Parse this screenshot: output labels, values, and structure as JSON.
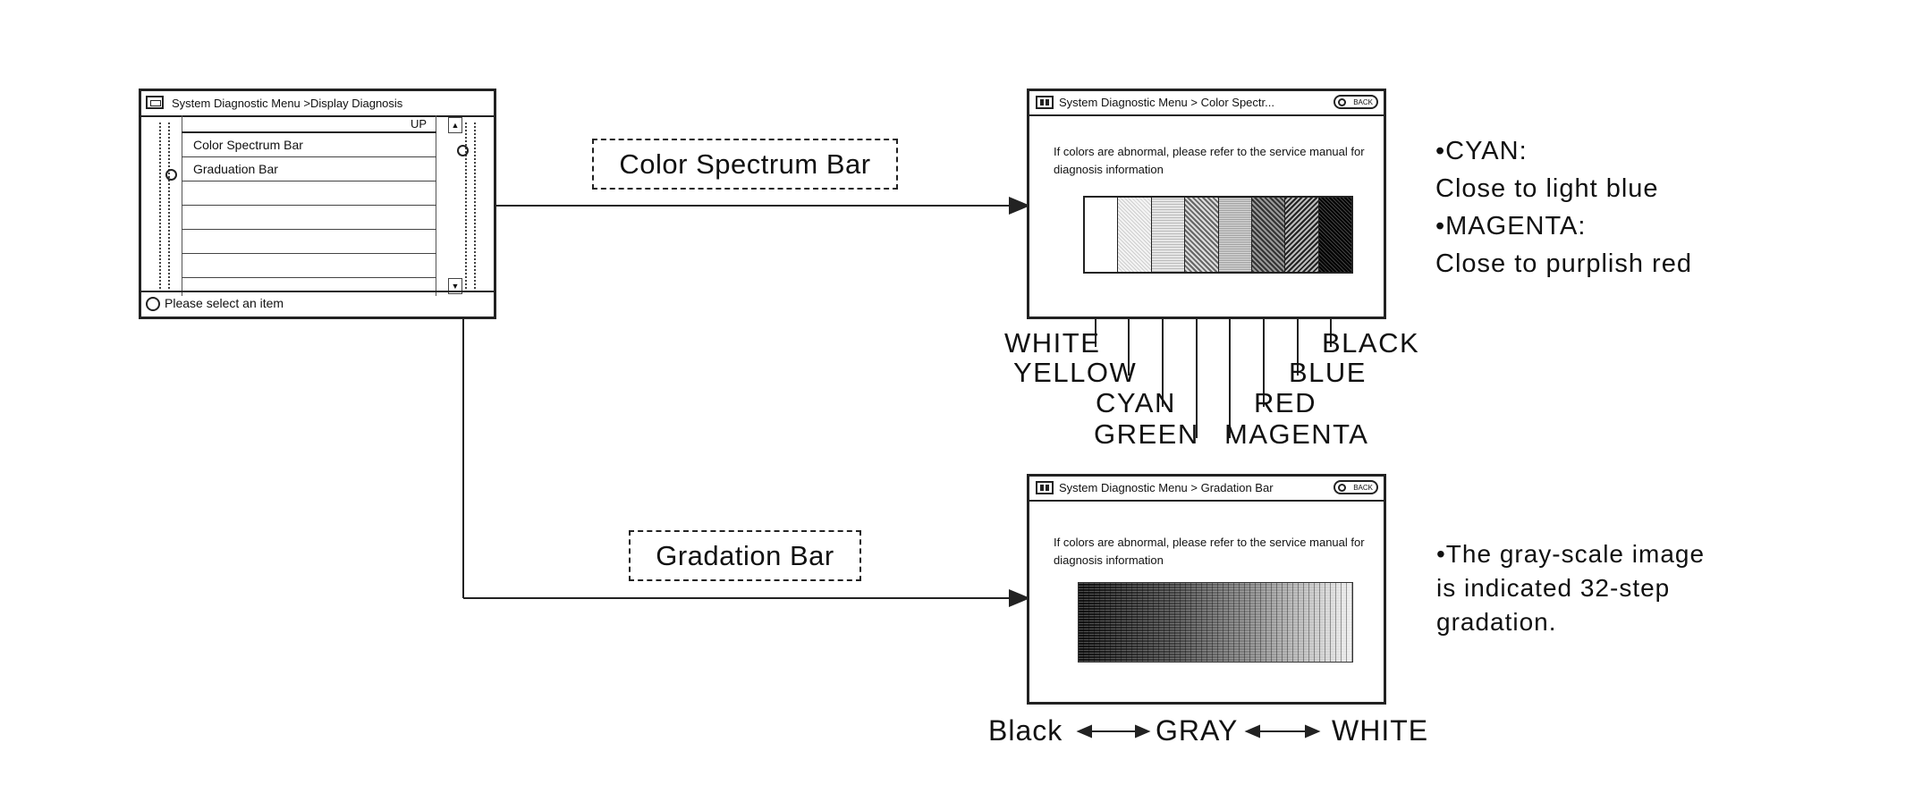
{
  "menu": {
    "title": "System Diagnostic Menu >Display Diagnosis",
    "up_label": "UP",
    "items": [
      "Color Spectrum Bar",
      "Graduation Bar"
    ],
    "footer": "Please select an item"
  },
  "labels": {
    "color_spectrum": "Color Spectrum Bar",
    "gradation": "Gradation Bar"
  },
  "spectrum_screen": {
    "title": "System Diagnostic Menu > Color Spectr...",
    "back": "BACK",
    "message": "If colors are abnormal, please refer to the service manual for diagnosis information",
    "colors": [
      "WHITE",
      "YELLOW",
      "CYAN",
      "GREEN",
      "MAGENTA",
      "RED",
      "BLUE",
      "BLACK"
    ]
  },
  "gradation_screen": {
    "title": "System Diagnostic Menu > Gradation Bar",
    "back": "BACK",
    "message": "If colors are abnormal, please refer to the service manual for diagnosis information"
  },
  "spectrum_notes": [
    "•CYAN:",
    "Close to light blue",
    "•MAGENTA:",
    "Close to purplish red"
  ],
  "gradation_notes": [
    "•The gray-scale image",
    "is indicated 32-step",
    "gradation."
  ],
  "scale": {
    "left": "Black",
    "mid": "GRAY",
    "right": "WHITE"
  }
}
